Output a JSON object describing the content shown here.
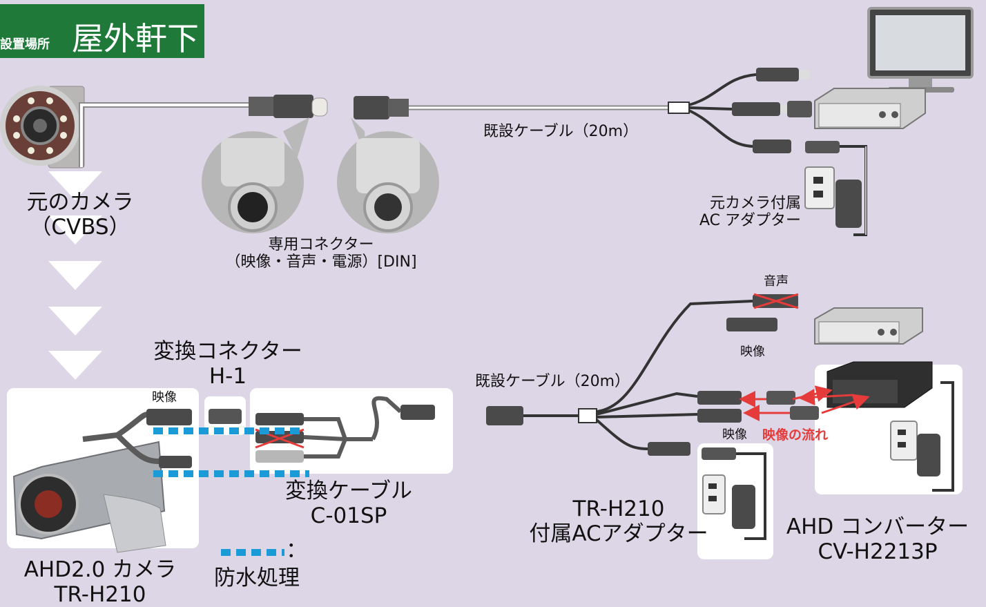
{
  "banner": {
    "prefix": "設置場所",
    "place": "屋外軒下"
  },
  "top": {
    "old_camera": [
      "元のカメラ",
      "（CVBS）"
    ],
    "din_connector": [
      "専用コネクター",
      "（映像・音声・電源）[DIN]"
    ],
    "existing_cable": "既設ケーブル（20m）",
    "ac_adapter": [
      "元カメラ付属",
      "AC アダプター"
    ]
  },
  "bottom": {
    "conv_connector": [
      "変換コネクター",
      "H-1"
    ],
    "video_left": "映像",
    "conv_cable": [
      "変換ケーブル",
      "C-01SP"
    ],
    "camera": [
      "AHD2.0 カメラ",
      "TR-H210"
    ],
    "waterproof_colon": "：",
    "waterproof": "防水処理",
    "existing_cable": "既設ケーブル（20m）",
    "audio": "音声",
    "video_top": "映像",
    "video_bottom": "映像",
    "video_flow": "映像の流れ",
    "tr_adapter": [
      "TR-H210",
      "付属ACアダプター"
    ],
    "ahd_converter": [
      "AHD コンバーター",
      "CV-H2213P"
    ]
  },
  "colors": {
    "background": "#ddd6e6",
    "banner": "#1f7a3a",
    "waterproof": "#1a9ad6",
    "flow": "#e53b3b"
  }
}
